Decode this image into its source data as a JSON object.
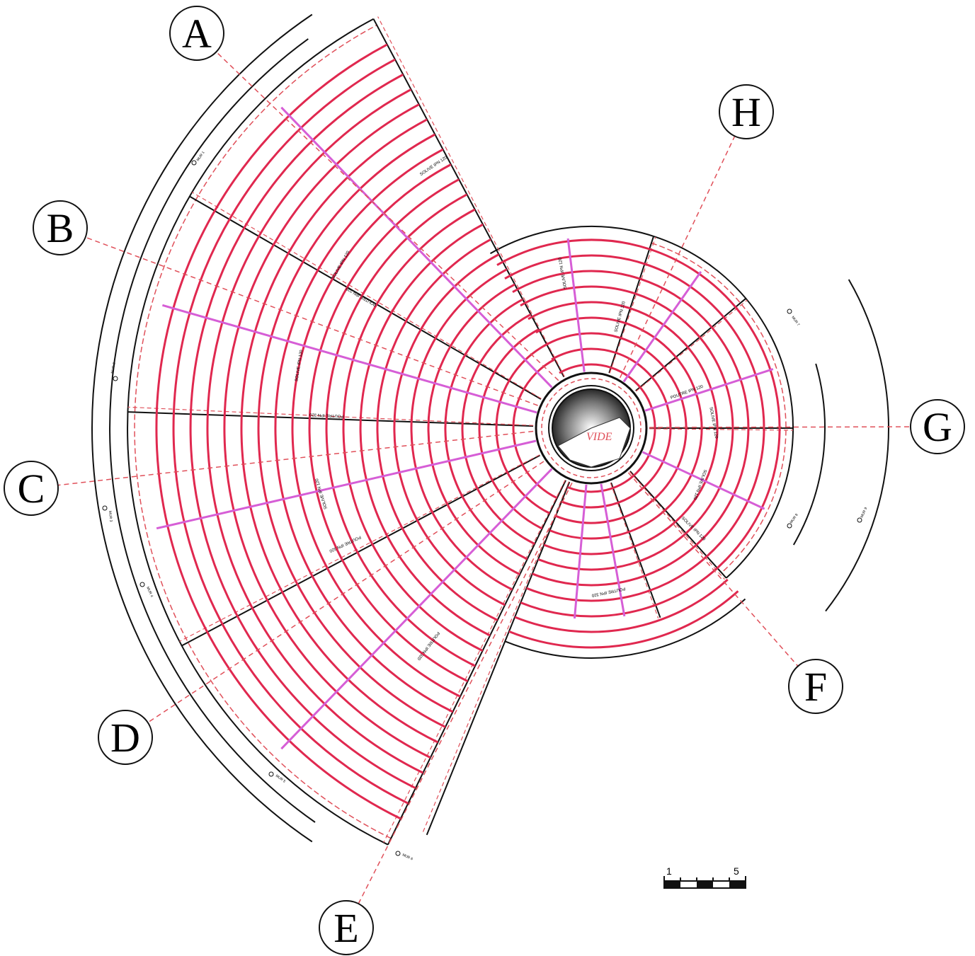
{
  "axes": [
    {
      "id": "A",
      "label": "A"
    },
    {
      "id": "B",
      "label": "B"
    },
    {
      "id": "C",
      "label": "C"
    },
    {
      "id": "D",
      "label": "D"
    },
    {
      "id": "E",
      "label": "E"
    },
    {
      "id": "F",
      "label": "F"
    },
    {
      "id": "G",
      "label": "G"
    },
    {
      "id": "H",
      "label": "H"
    }
  ],
  "center": {
    "label": "VIDE"
  },
  "members": {
    "joist": "SOLIVE IPN 120",
    "beam": "POUTRE IPN 320",
    "beam_small": "POUTRE IPN 120"
  },
  "walls": {
    "mur_1": "MUR 1",
    "mur_2": "MUR 2",
    "mur_3": "MUR 3",
    "mur_4": "MUR 4",
    "mur_5": "MUR 5",
    "mur_6": "MUR 6",
    "mur_7": "MUR 7",
    "mur_8": "MUR 8",
    "mur_9": "MUR 9"
  },
  "scale_bar": {
    "start": "1",
    "end": "5"
  },
  "colors": {
    "joist": "#e0284f",
    "beam": "#d65ed6",
    "axis_line": "#e0505a",
    "outline": "#111111"
  }
}
